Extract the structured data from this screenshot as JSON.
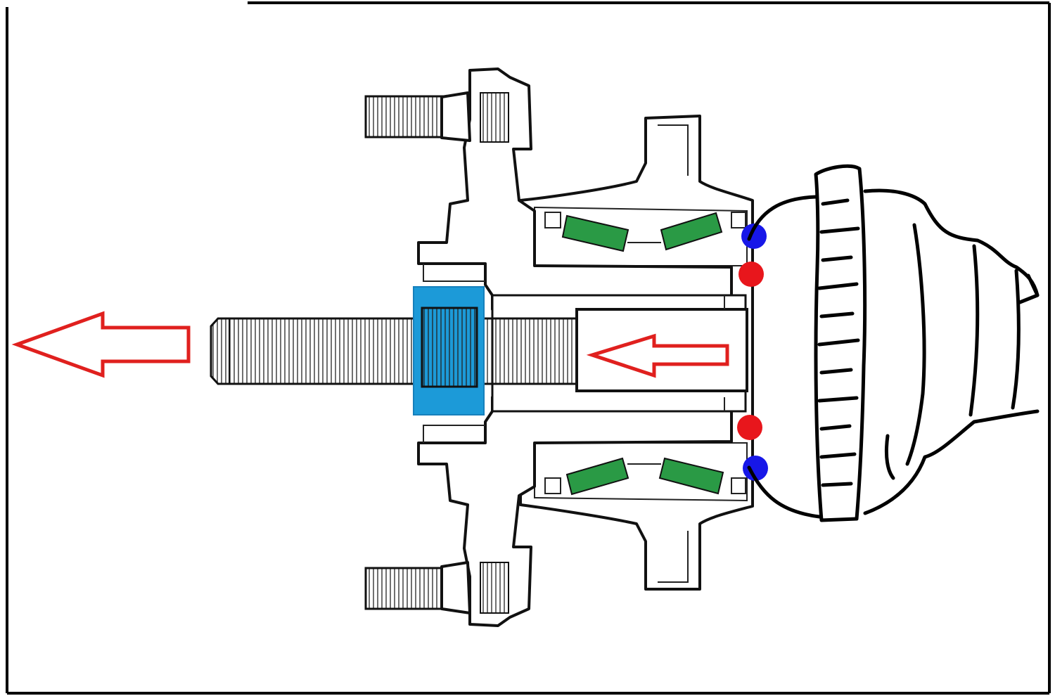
{
  "diagram": {
    "type": "cross-section",
    "labels": [],
    "colors": {
      "outline": "#111111",
      "background": "#ffffff",
      "arrow_stroke": "#e0201e",
      "roller": "#2a9a45",
      "puller_plate": "#1c9ad8",
      "contact_point_outer": "#1717e8",
      "contact_point_inner": "#e8161c"
    },
    "components": [
      {
        "name": "wheel-stud",
        "icon": "stud-icon",
        "count": 2
      },
      {
        "name": "hub-flange",
        "icon": "hub-flange-icon"
      },
      {
        "name": "knuckle-housing",
        "icon": "knuckle-icon"
      },
      {
        "name": "tapered-roller",
        "icon": "roller-icon",
        "count": 4
      },
      {
        "name": "puller-screw",
        "icon": "threaded-rod-icon"
      },
      {
        "name": "puller-plate",
        "icon": "plate-icon"
      },
      {
        "name": "cv-joint-boot",
        "icon": "cv-boot-icon"
      },
      {
        "name": "contact-point-outer",
        "icon": "blue-dot-icon",
        "count": 2
      },
      {
        "name": "contact-point-inner",
        "icon": "red-dot-icon",
        "count": 2
      }
    ],
    "arrows": [
      {
        "name": "pull-direction-arrow",
        "direction": "left",
        "icon": "arrow-left-icon"
      },
      {
        "name": "axle-push-arrow",
        "direction": "left",
        "icon": "arrow-left-icon"
      }
    ]
  }
}
